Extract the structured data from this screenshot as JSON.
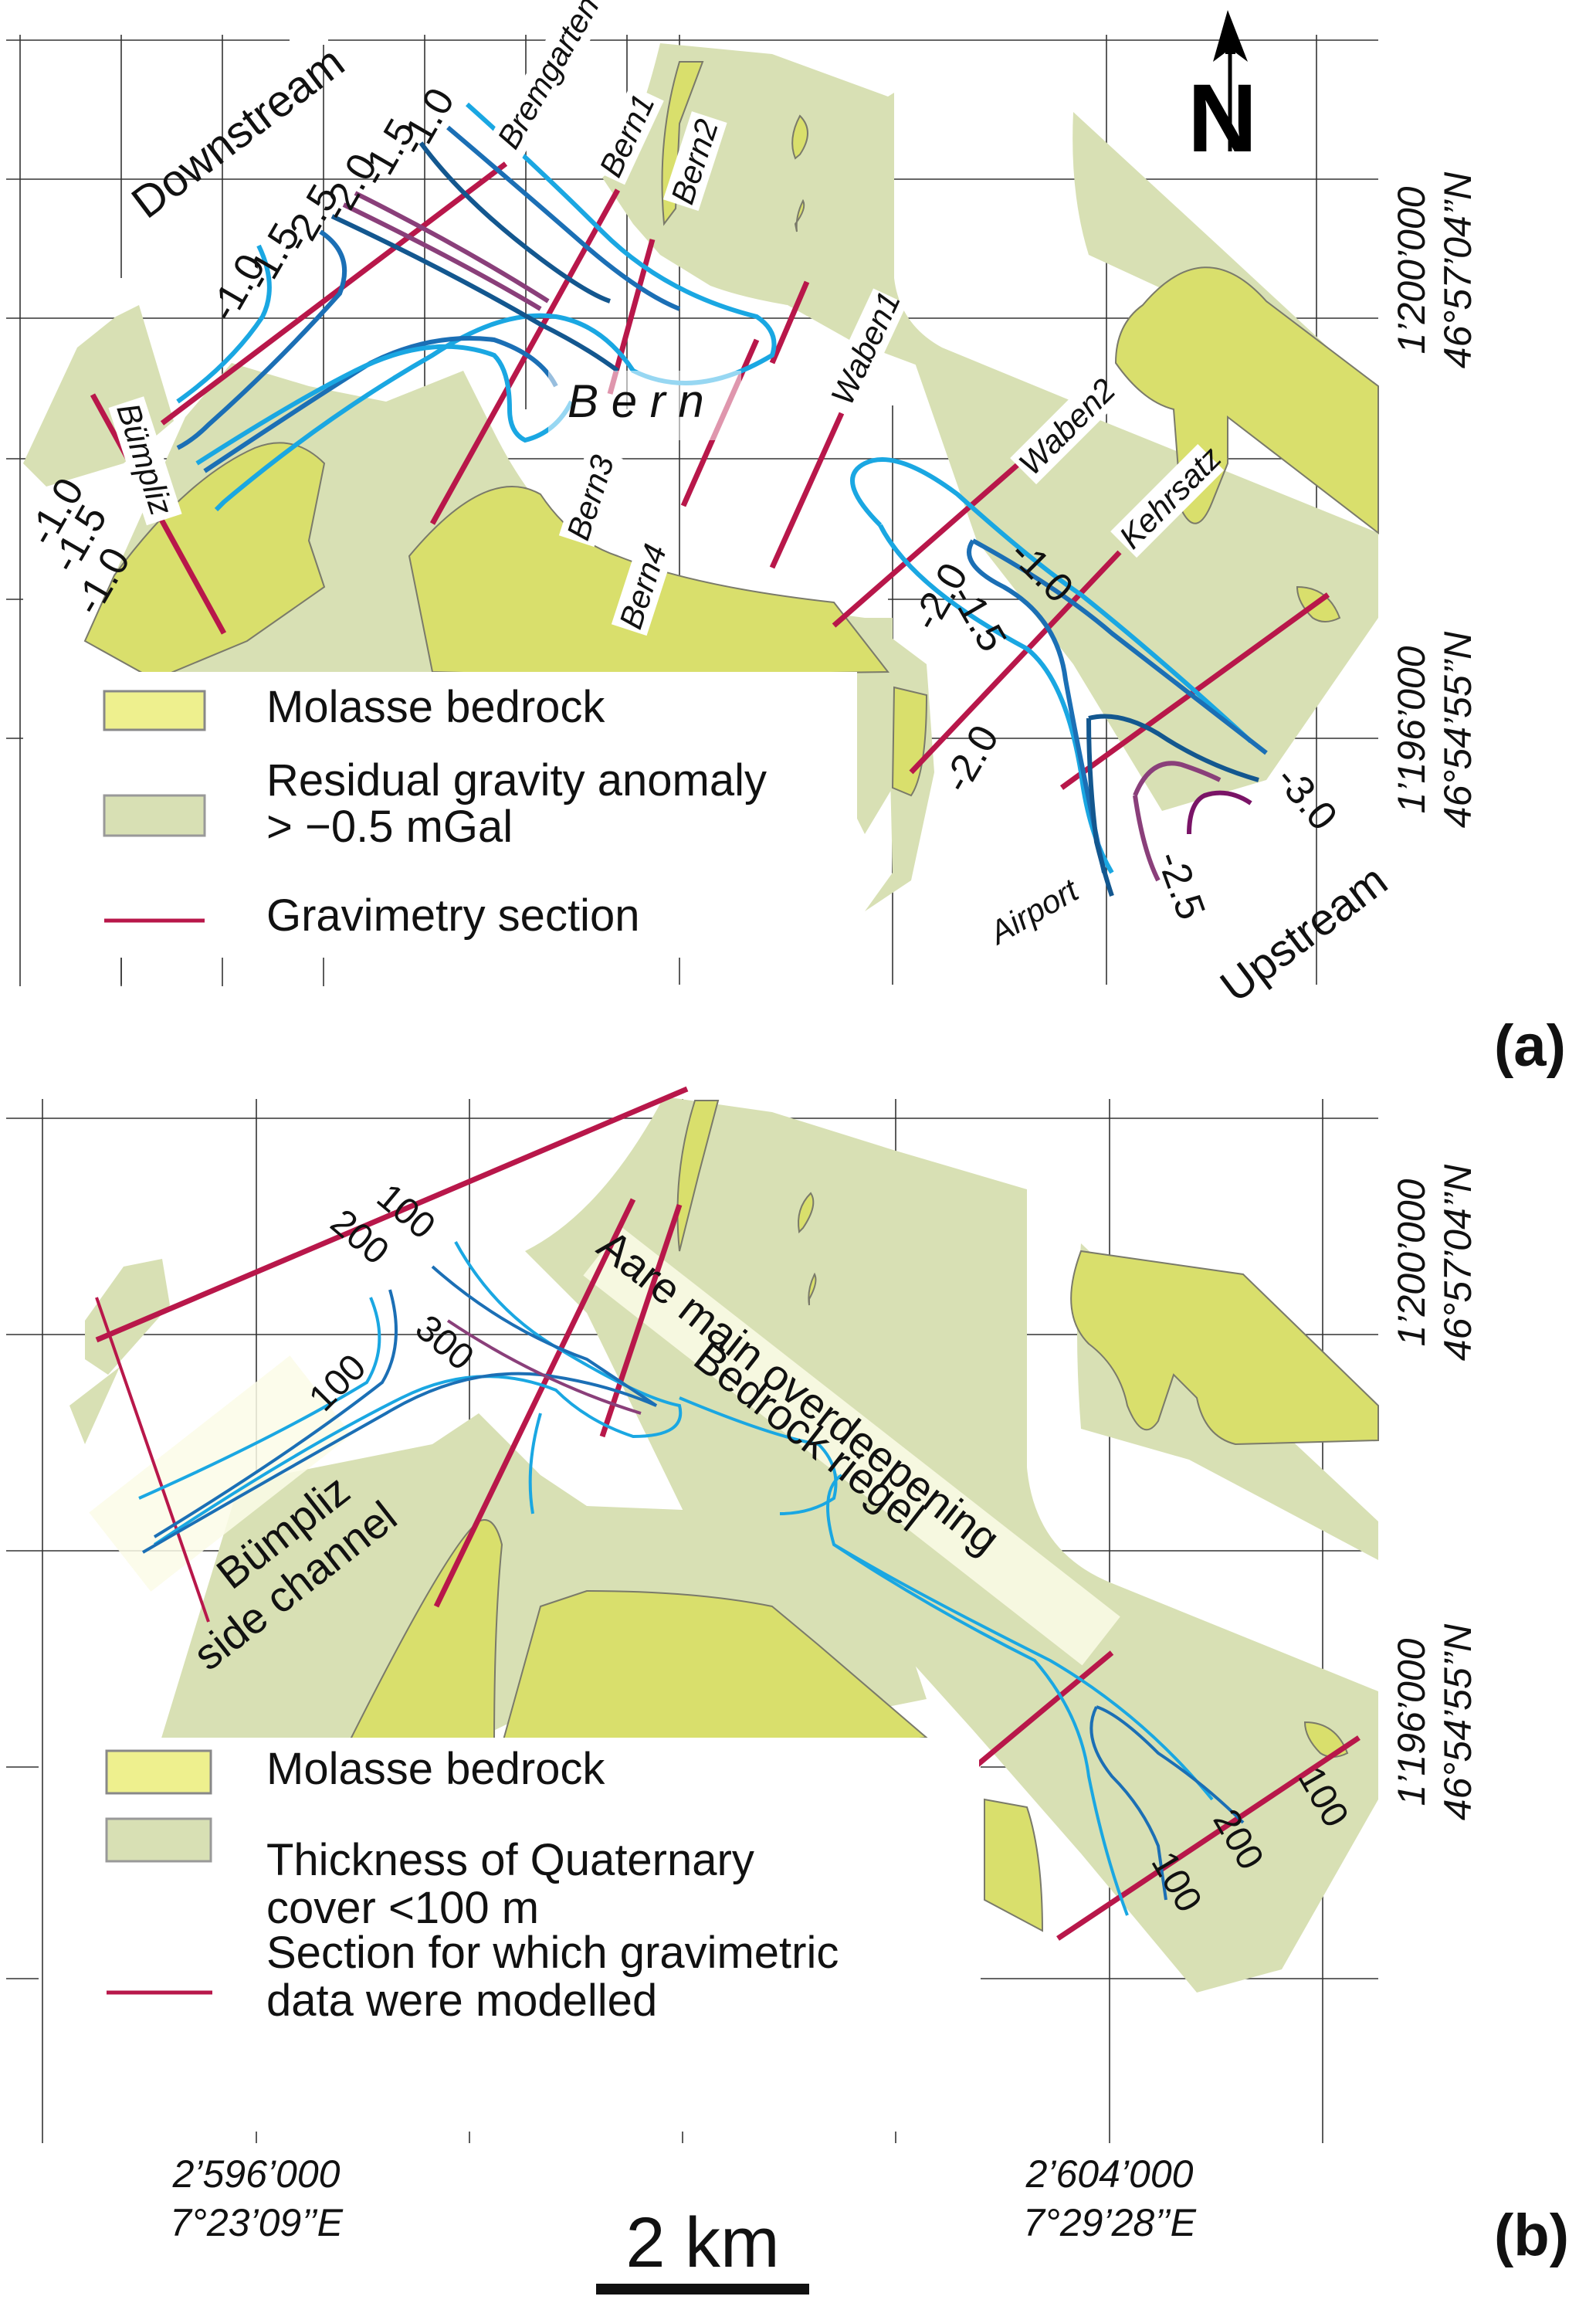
{
  "north_arrow": {
    "label": "N"
  },
  "panel_a": {
    "panel_label": "(a)",
    "direction_labels": {
      "downstream": "Downstream",
      "upstream": "Upstream"
    },
    "city_label": "B e r n",
    "sections": [
      "Bremgarten",
      "Bern1",
      "Bern2",
      "Bern3",
      "Bern4",
      "Waben1",
      "Waben2",
      "Kehrsatz",
      "Airport",
      "Bümpliz"
    ],
    "contour_labels": {
      "nw_group": [
        "-1.0",
        "-1.5",
        "-2.0",
        "-2.5",
        "-1.5",
        "-1.0"
      ],
      "w_group": [
        "-1.0",
        "-1.5",
        "-1.0"
      ],
      "se_group": [
        "-1.0",
        "-1.5",
        "-2.0",
        "-2.5",
        "-3.0"
      ]
    },
    "legend": [
      {
        "label": "Molasse bedrock",
        "swatch": "molasse"
      },
      {
        "label": "Residual gravity anomaly",
        "label2": "> −0.5 mGal",
        "swatch": "anomaly"
      },
      {
        "label": "Gravimetry section",
        "swatch": "section-line"
      }
    ],
    "y_coords": [
      {
        "swiss": "1’200’000",
        "latlon": "46°57’04’’N"
      },
      {
        "swiss": "1’196’000",
        "latlon": "46°54’55’’N"
      }
    ]
  },
  "panel_b": {
    "panel_label": "(b)",
    "area_labels": {
      "aare": "Aare main overdeepening",
      "bumpliz_1": "Bümpliz",
      "bumpliz_2": "side channel",
      "riegel": "Bedrock riegel"
    },
    "contour_labels": {
      "nw_group": [
        "100",
        "200",
        "300",
        "100"
      ],
      "se_group": [
        "100",
        "200",
        "100"
      ]
    },
    "legend": [
      {
        "label": "Molasse bedrock",
        "swatch": "molasse"
      },
      {
        "label": "Thickness of Quaternary",
        "label2": "cover <100 m",
        "swatch": "anomaly"
      },
      {
        "label": "Section for which gravimetric",
        "label2": "data were modelled",
        "swatch": "section-line"
      }
    ],
    "y_coords": [
      {
        "swiss": "1’200’000",
        "latlon": "46°57’04’’N"
      },
      {
        "swiss": "1’196’000",
        "latlon": "46°54’55’’N"
      }
    ]
  },
  "x_coords": [
    {
      "swiss": "2’596’000",
      "latlon": "7°23’09’’E"
    },
    {
      "swiss": "2’604’000",
      "latlon": "7°29’28’’E"
    }
  ],
  "scale_bar": {
    "label": "2 km"
  },
  "colors": {
    "molasse": "#d9df6c",
    "molasse_legend": "#eef08e",
    "anomaly": "#d8e0b4",
    "section": "#b8174a",
    "contour_light": "#1aa7e2",
    "contour_mid": "#1b6fb5",
    "contour_dark": "#13578f",
    "contour_purple": "#8a3f7a"
  }
}
